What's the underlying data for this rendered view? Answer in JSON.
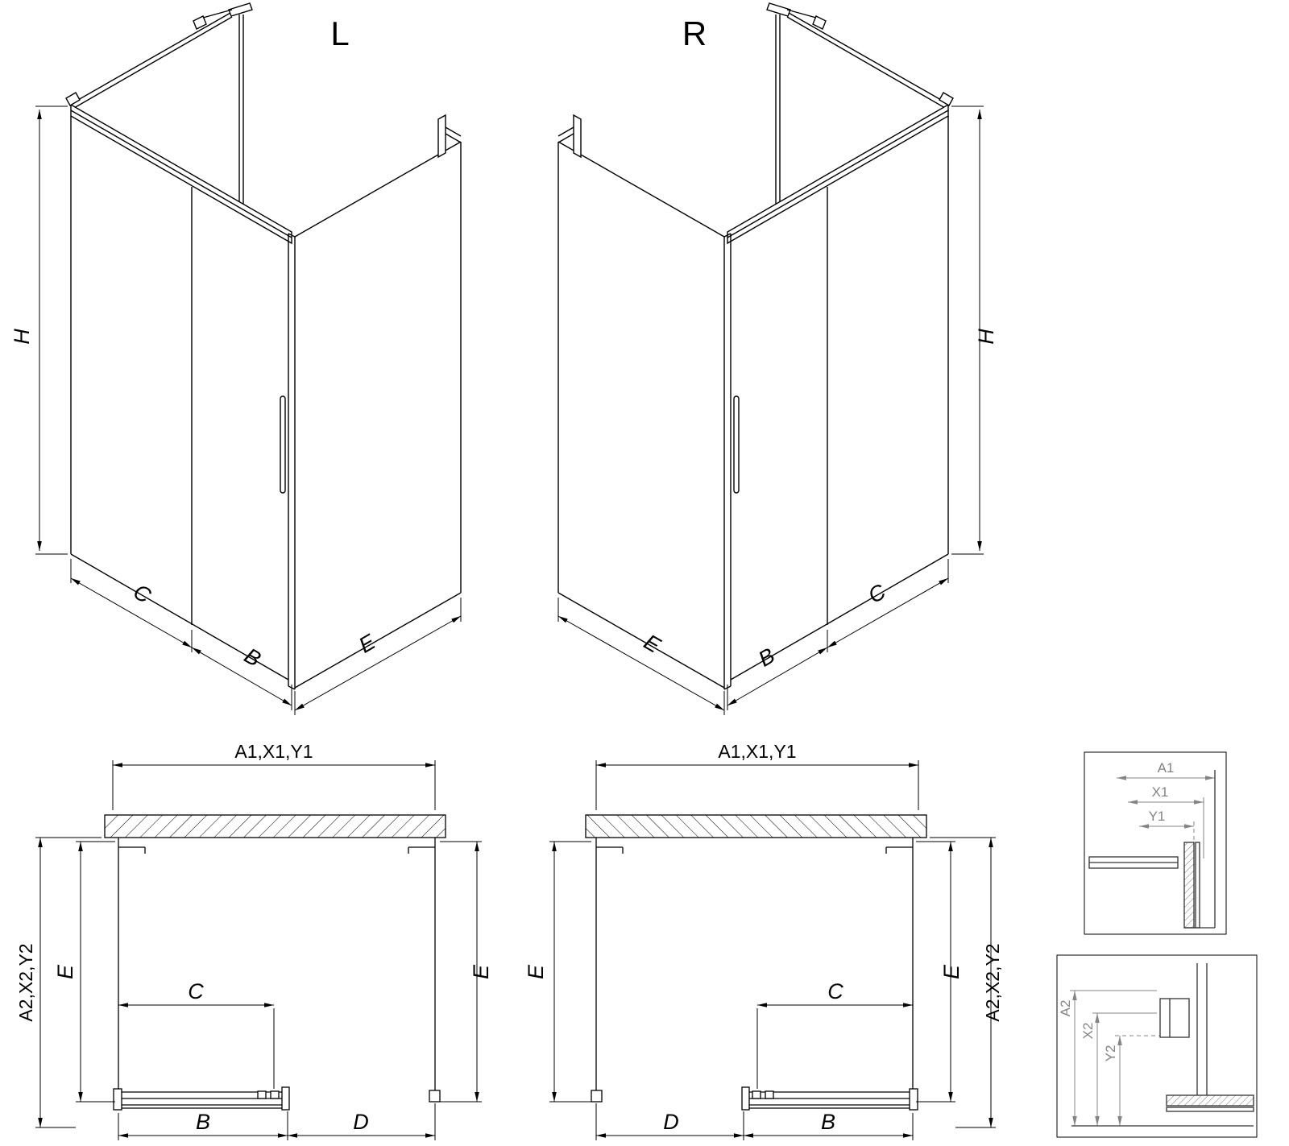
{
  "iso_left": {
    "title": "L",
    "dim_h": "H",
    "dim_c": "C",
    "dim_b": "B",
    "dim_e": "E"
  },
  "iso_right": {
    "title": "R",
    "dim_h": "H",
    "dim_c": "C",
    "dim_b": "B",
    "dim_e": "E"
  },
  "plan_left": {
    "dim_a1": "A1,X1,Y1",
    "dim_a2": "A2,X2,Y2",
    "dim_e_left": "E",
    "dim_e_right": "E",
    "dim_c": "C",
    "dim_b": "B",
    "dim_d": "D"
  },
  "plan_right": {
    "dim_a1": "A1,X1,Y1",
    "dim_a2": "A2,X2,Y2",
    "dim_e_left": "E",
    "dim_e_right": "E",
    "dim_c": "C",
    "dim_b": "B",
    "dim_d": "D"
  },
  "detail_top": {
    "dim_a1": "A1",
    "dim_x1": "X1",
    "dim_y1": "Y1"
  },
  "detail_bottom": {
    "dim_a2": "A2",
    "dim_x2": "X2",
    "dim_y2": "Y2"
  },
  "colors": {
    "line": "#000000",
    "detail": "#848484"
  }
}
